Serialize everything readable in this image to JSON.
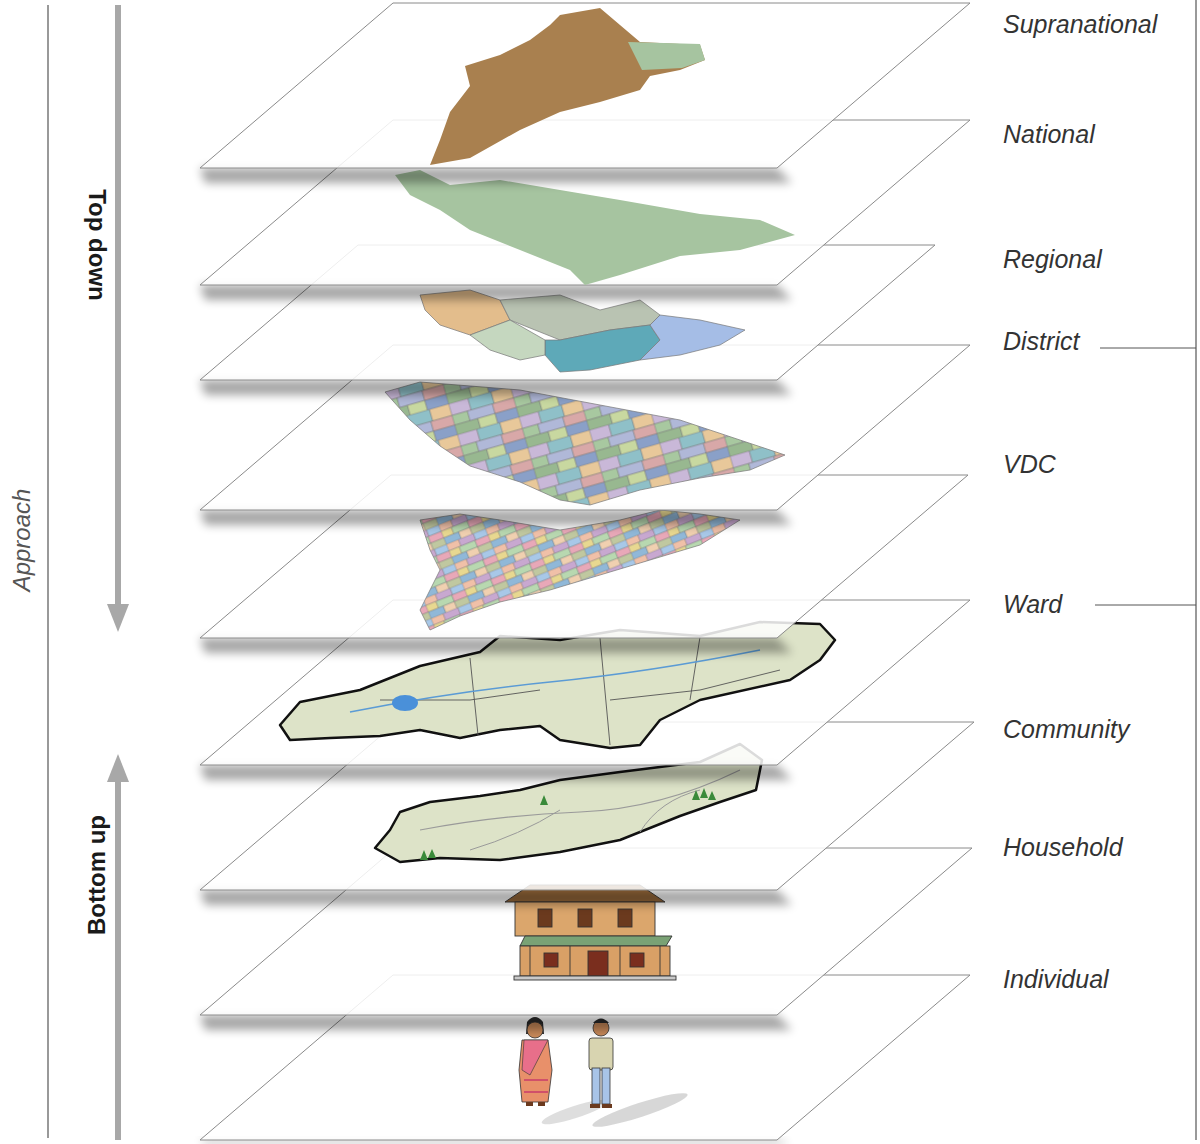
{
  "diagram": {
    "labels": [
      "Supranational",
      "National",
      "Regional",
      "District",
      "VDC",
      "Ward",
      "Community",
      "Household",
      "Individual",
      "Top down",
      "Bottom up",
      "Approach"
    ]
  }
}
